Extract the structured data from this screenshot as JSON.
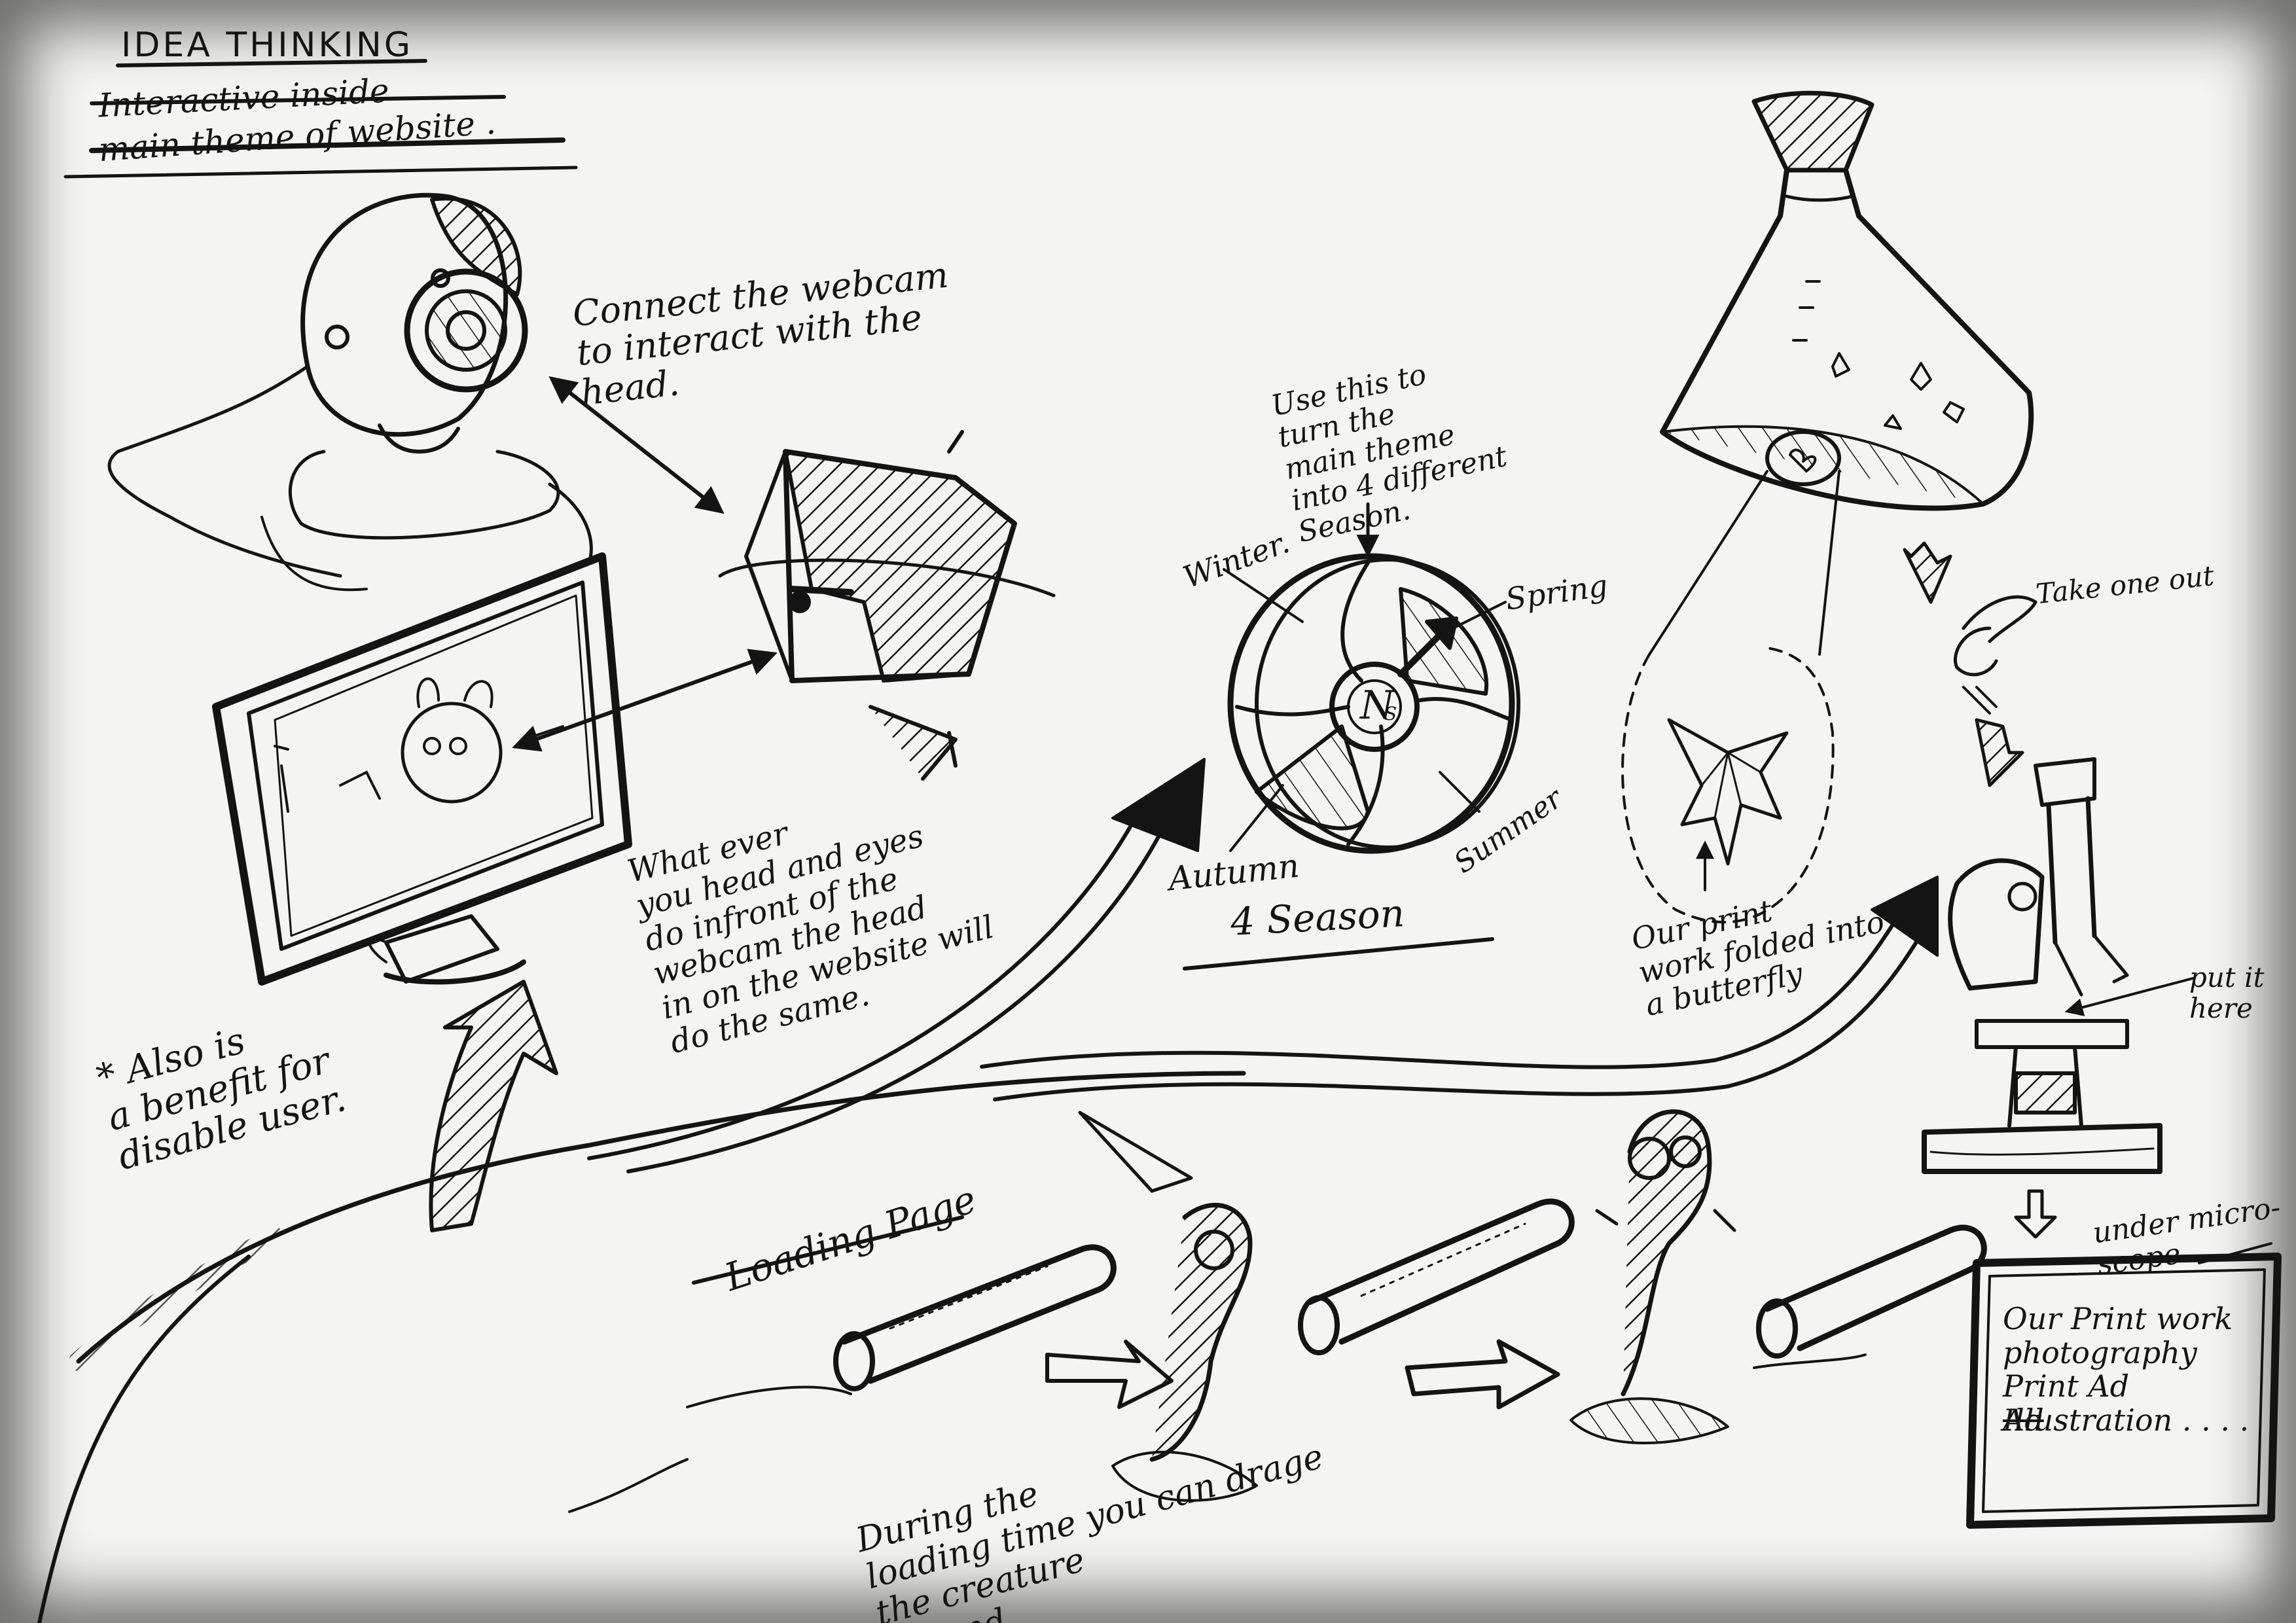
{
  "header": {
    "title": "IDEA THINKING",
    "subtitle_line1": "Interactive inside",
    "subtitle_line2": "main theme of website ."
  },
  "webcam": {
    "note": "Connect the webcam\nto interact with the\nhead."
  },
  "monitor": {
    "note": "What ever\nyou head and eyes\ndo infront of the\nwebcam the head\nin on the website will\ndo the same."
  },
  "benefit": {
    "note": "* Also is\na benefit for\ndisable user."
  },
  "season_wheel": {
    "instruction": "Use this to\nturn the\nmain theme\ninto 4 different\nSeason.",
    "winter": "Winter.",
    "spring": "Spring",
    "autumn": "Autumn",
    "summer": "Summer",
    "center": "N",
    "center_sub": "S",
    "caption": "4 Season"
  },
  "flask": {
    "butterfly_note": "Our print\nwork folded into\na butterfly"
  },
  "microscope": {
    "take_one": "Take one out",
    "put_it": "put it\nhere",
    "under": "under micro-\nscope"
  },
  "print_box": {
    "text": "Our Print work\nphotography\nPrint Ad\nIllustration . . . .",
    "crossed": "Ad"
  },
  "loading": {
    "label": "Loading Page",
    "drag_note": "During the\nloading time   you can drage\nthe creature\naround."
  },
  "colors": {
    "ink": "#141414",
    "paper": "#f4f4f2",
    "frame": "#3a3a3a"
  }
}
